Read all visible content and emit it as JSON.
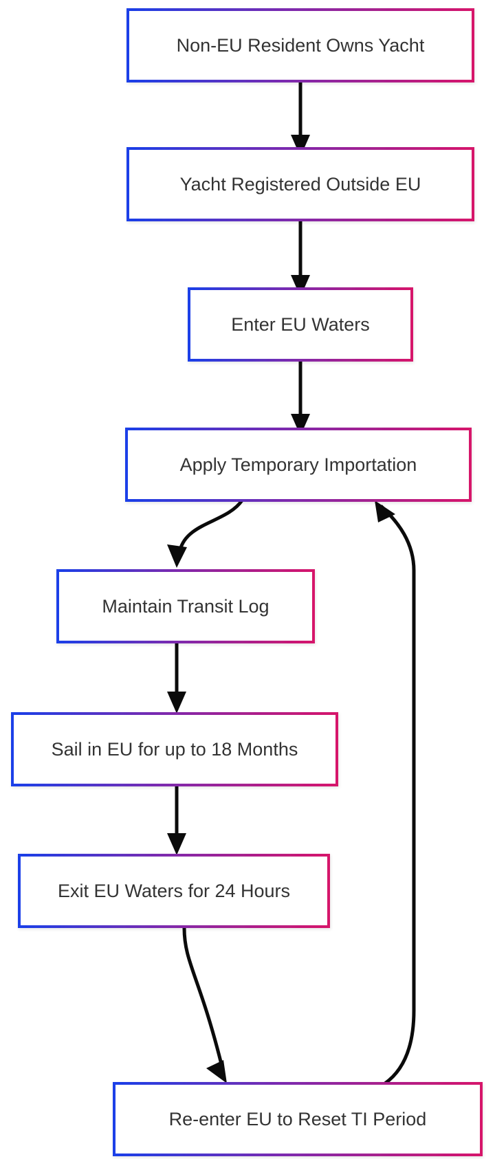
{
  "diagram": {
    "type": "flowchart",
    "orientation": "top-to-bottom",
    "background": "#ffffff",
    "label_color": "#333333",
    "edge_color": "#0b0b0b",
    "border_gradient": {
      "start": "#1a3fe8",
      "end": "#d6156b"
    },
    "nodes": [
      {
        "id": "n1",
        "label": "Non-EU Resident Owns Yacht"
      },
      {
        "id": "n2",
        "label": "Yacht Registered Outside EU"
      },
      {
        "id": "n3",
        "label": "Enter EU Waters"
      },
      {
        "id": "n4",
        "label": "Apply Temporary Importation"
      },
      {
        "id": "n5",
        "label": "Maintain Transit Log"
      },
      {
        "id": "n6",
        "label": "Sail in EU for up to 18 Months"
      },
      {
        "id": "n7",
        "label": "Exit EU Waters for 24 Hours"
      },
      {
        "id": "n8",
        "label": "Re-enter EU to Reset TI Period"
      }
    ],
    "edges": [
      {
        "from": "n1",
        "to": "n2"
      },
      {
        "from": "n2",
        "to": "n3"
      },
      {
        "from": "n3",
        "to": "n4"
      },
      {
        "from": "n4",
        "to": "n5"
      },
      {
        "from": "n5",
        "to": "n6"
      },
      {
        "from": "n6",
        "to": "n7"
      },
      {
        "from": "n7",
        "to": "n8"
      },
      {
        "from": "n8",
        "to": "n4"
      }
    ]
  }
}
